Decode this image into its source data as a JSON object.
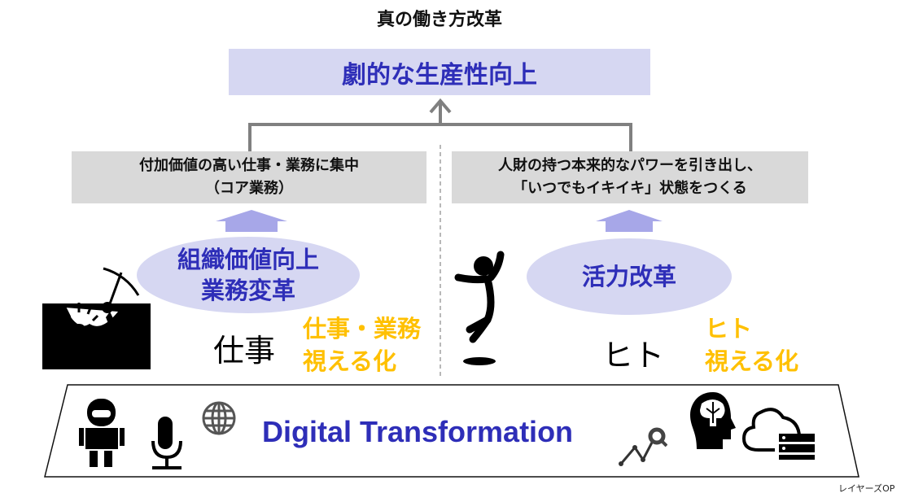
{
  "title": "真の働き方改革",
  "goal": "劇的な生産性向上",
  "left": {
    "box_lines": [
      "付加価値の高い仕事・業務に集中",
      "（コア業務）"
    ],
    "ellipse_lines": [
      "組織価値向上",
      "業務変革"
    ],
    "label": "仕事",
    "visualize_lines": [
      "仕事・業務",
      "視える化"
    ]
  },
  "right": {
    "box_lines": [
      "人財の持つ本来的なパワーを引き出し、",
      "「いつでもイキイキ」状態をつくる"
    ],
    "ellipse_lines": [
      "活力改革"
    ],
    "label": "ヒト",
    "visualize_lines": [
      "ヒト",
      "視える化"
    ]
  },
  "foundation": {
    "label": "Digital Transformation"
  },
  "credit": "レイヤーズOP",
  "colors": {
    "accent": "#2e2eb8",
    "lavender": "#d6d7f2",
    "orange": "#ffc000",
    "gray_box": "#d9d9d9",
    "arrow": "#a7a7e8"
  }
}
